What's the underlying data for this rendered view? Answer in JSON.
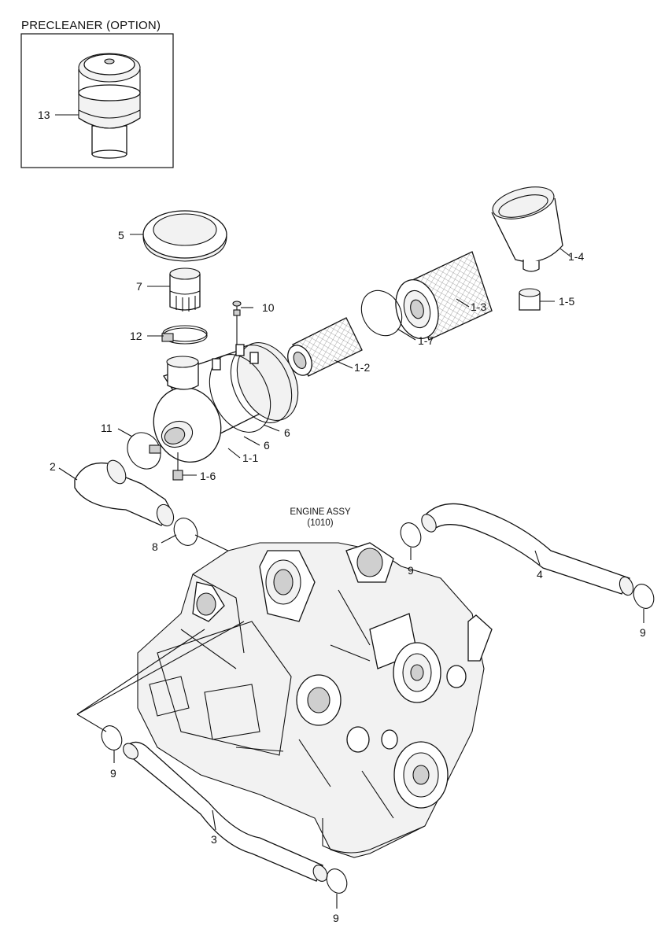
{
  "precleaner_title": "PRECLEANER (OPTION)",
  "engine_label": {
    "line1": "ENGINE ASSY",
    "line2": "(1010)"
  },
  "callouts": {
    "c13": "13",
    "c5": "5",
    "c7": "7",
    "c10": "10",
    "c12": "12",
    "c1_4": "1-4",
    "c1_5": "1-5",
    "c1_3": "1-3",
    "c1_7": "1-7",
    "c1_2": "1-2",
    "c11": "11",
    "c6a": "6",
    "c6b": "6",
    "c1_1": "1-1",
    "c2": "2",
    "c1_6": "1-6",
    "c8": "8",
    "c9a": "9",
    "c4": "4",
    "c9b": "9",
    "c9c": "9",
    "c3": "3",
    "c9d": "9"
  }
}
